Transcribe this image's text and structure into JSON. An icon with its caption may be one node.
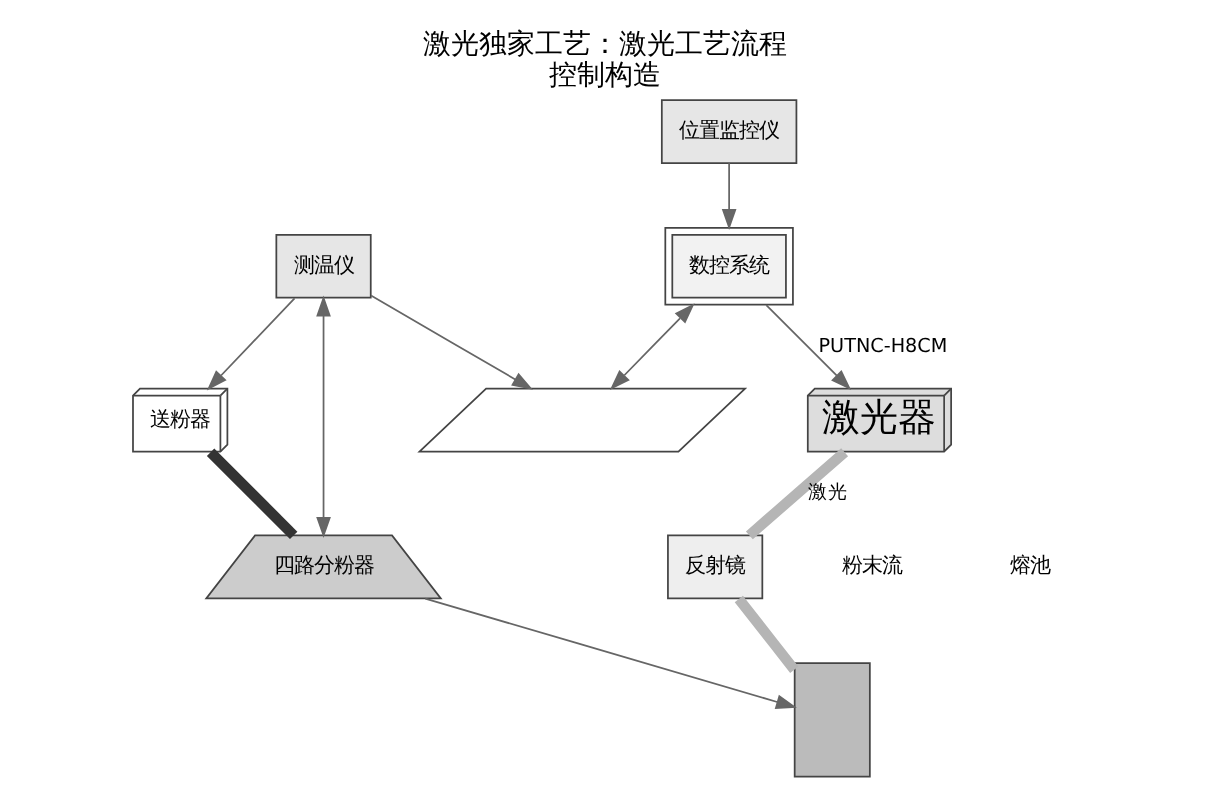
{
  "diagram": {
    "title": "激光独家工艺：激光工艺流程",
    "caption": "控制构造",
    "nodes": [
      {
        "text": [
          "激光器"
        ]
      },
      {
        "text": [
          "反射镜"
        ]
      },
      {
        "text": [
          "送粉器"
        ]
      },
      {
        "text": [
          "四路分粉器"
        ]
      },
      {
        "text": [
          "数控系统"
        ]
      },
      {
        "text": [],
        "shape": "box"
      },
      {
        "text": [
          "位置监控仪"
        ]
      },
      {
        "text": [
          "测温仪"
        ]
      },
      {
        "text": [],
        "shape": "parallelogram"
      }
    ],
    "edges": [
      {
        "from": 0,
        "to": 1,
        "arrow": "none",
        "label": "激光",
        "style": "thick",
        "color": "#b5b5b5"
      },
      {
        "from": 1,
        "to": 5,
        "arrow": "none",
        "style": "thick",
        "color": "#b5b5b5"
      },
      {
        "from": 4,
        "to": 0,
        "arrow": "to",
        "label": "PUTNC-H8CM"
      },
      {
        "from": 2,
        "to": 3,
        "arrow": "none",
        "style": "thick",
        "color": "#333333"
      },
      {
        "from": 3,
        "to": 5,
        "arrow": "to"
      },
      {
        "from": 6,
        "to": 4,
        "arrow": "to"
      },
      {
        "from": 7,
        "to": 2,
        "arrow": "to"
      },
      {
        "from": 7,
        "to": 3,
        "arrow": "both"
      },
      {
        "from": 7,
        "to": 8,
        "arrow": "to"
      },
      {
        "from": 4,
        "to": 8,
        "arrow": "both"
      }
    ],
    "labels": [
      "粉末流",
      "熔池"
    ]
  }
}
